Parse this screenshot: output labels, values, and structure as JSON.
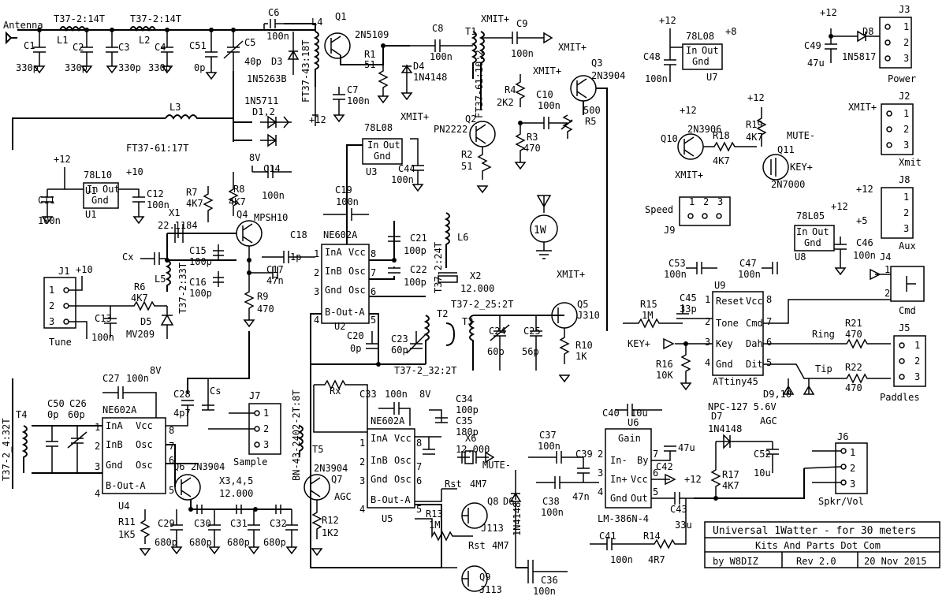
{
  "title_block": {
    "title": "Universal 1Watter - for 30 meters",
    "company": "Kits And Parts Dot Com",
    "author": "by W8DIZ",
    "revision": "Rev 2.0",
    "date": "20 Nov 2015"
  },
  "rf_front_end": {
    "antenna": "Antenna",
    "l1_spec": "T37-2:14T",
    "l2_spec": "T37-2:14T",
    "l1": "L1",
    "l2": "L2",
    "c1": "C1",
    "c1_val": "330p",
    "c2": "C2",
    "c2_val": "330p",
    "c3": "C3",
    "c3_val": "330p",
    "c4": "C4",
    "c4_val": "330p",
    "c51": "C51",
    "c51_val": "0p",
    "c5": "C5",
    "c5_val": "40p",
    "c6": "C6",
    "c6_val": "100n",
    "l4": "L4",
    "l4_spec": "FT37-43:18T",
    "d3": "D3",
    "d3_part": "1N5263B",
    "d12": "D1,2",
    "d12_part": "1N5711",
    "l3": "L3",
    "l3_spec": "FT37-61:17T",
    "c7": "C7",
    "c7_val": "100n",
    "plus12": "+12"
  },
  "pa_section": {
    "q1": "Q1",
    "q1_part": "2N5109",
    "r1": "R1",
    "r1_val": "51",
    "d4": "D4",
    "d4_part": "1N4148",
    "c8": "C8",
    "c8_val": "100n",
    "t1": "T1",
    "t1_spec": "FT37-61:10:2",
    "xmit": "XMIT+",
    "c9": "C9",
    "c9_val": "100n",
    "q2": "Q2",
    "q2_part": "PN2222",
    "r4": "R4",
    "r4_val": "2K2",
    "r3": "R3",
    "r3_val": "470",
    "r2": "R2",
    "r2_val": "51",
    "c10": "C10",
    "c10_val": "100n",
    "q3": "Q3",
    "q3_part": "2N3904",
    "r5": "R5",
    "r5_val": "500",
    "u3_reg": "78L08",
    "u3_label": "U3",
    "reg_in": "In",
    "reg_out": "Out",
    "reg_gnd": "Gnd",
    "c44": "C44",
    "c44_val": "100n",
    "c19": "C19",
    "c19_val": "100n",
    "logo": "1W"
  },
  "vfo_section": {
    "plus12": "+12",
    "plus10": "+10",
    "u1_reg": "78L10",
    "u1_label": "U1",
    "c11": "C11",
    "c11_val": "100n",
    "c12": "C12",
    "c12_val": "100n",
    "eight_v": "8V",
    "c14": "C14",
    "c14_val": "100n",
    "r7": "R7",
    "r7_val": "4K7",
    "r8": "R8",
    "r8_val": "4K7",
    "q4": "Q4",
    "q4_part": "MPSH10",
    "x1": "X1",
    "x1_val": "22.1184",
    "c18": "C18",
    "c18_val": "1p",
    "cx": "Cx",
    "l5": "L5",
    "l5_spec": "T37-2:33T",
    "c15": "C15",
    "c15_val": "100p",
    "c16": "C16",
    "c16_val": "100p",
    "c17": "C17",
    "c17_val": "47n",
    "r9": "R9",
    "r9_val": "470",
    "j1": "J1",
    "j1_name": "Tune",
    "pin1": "1",
    "pin2": "2",
    "pin3": "3",
    "r6": "R6",
    "r6_val": "4K7",
    "d5": "D5",
    "d5_part": "MV209",
    "c13": "C13",
    "c13_val": "100n"
  },
  "mixer_u2": {
    "part": "NE602A",
    "label": "U2",
    "ina": "InA",
    "inb": "InB",
    "gnd": "Gnd",
    "bout": "B-Out-A",
    "vcc": "Vcc",
    "osc": "Osc",
    "p1": "1",
    "p2": "2",
    "p3": "3",
    "p4": "4",
    "p5": "5",
    "p6": "6",
    "p7": "7",
    "p8": "8",
    "c21": "C21",
    "c21_val": "100p",
    "c22": "C22",
    "c22_val": "100p",
    "l6": "L6",
    "l6_spec": "T37-2:24T",
    "x2": "X2",
    "x2_val": "12.000",
    "c20": "C20",
    "c20_val": "0p",
    "c23": "C23",
    "c23_val": "60p",
    "t2": "T2",
    "t2_spec": "T37-2_32:2T",
    "t3": "T3",
    "t3_spec": "T37-2_25:2T",
    "c24": "C24",
    "c24_val": "60p",
    "c25": "C25",
    "c25_val": "56p",
    "q5": "Q5",
    "q5_part": "J310",
    "r10": "R10",
    "r10_val": "1K",
    "xmit": "XMIT+"
  },
  "rx_mixer_u4": {
    "t4": "T4",
    "t4_spec": "T37-2_4:32T",
    "c50": "C50",
    "c50_val": "0p",
    "c26": "C26",
    "c26_val": "60p",
    "c27": "C27",
    "c27_val": "100n",
    "eight_v": "8V",
    "part": "NE602A",
    "label": "U4",
    "c28": "C28",
    "c28_val": "4p7",
    "cs": "Cs",
    "j7": "J7",
    "j7_name": "Sample",
    "q6": "Q6",
    "q6_part": "2N3904",
    "x345": "X3,4,5",
    "x345_val": "12.000",
    "r11": "R11",
    "r11_val": "1K5",
    "c29": "C29",
    "c29_val": "680p",
    "c30": "C30",
    "c30_val": "680p",
    "c31": "C31",
    "c31_val": "680p",
    "c32": "C32",
    "c32_val": "680p",
    "t5": "T5",
    "t5_spec": "BN-43-2402-2T:8T",
    "q7": "Q7",
    "q7_part": "2N3904",
    "agc": "AGC",
    "r12": "R12",
    "r12_val": "1K2"
  },
  "product_det_u5": {
    "rx": "Rx",
    "c33": "C33",
    "c33_val": "100n",
    "eight_v": "8V",
    "part": "NE602A",
    "label": "U5",
    "c34": "C34",
    "c34_val": "100p",
    "c35": "C35",
    "c35_val": "180p",
    "x6": "X6",
    "x6_val": "12.000",
    "c37": "C37",
    "c37_val": "100n",
    "mute": "MUTE-",
    "rst": "Rst",
    "rst_val": "4M7",
    "q8": "Q8",
    "q8_part": "J113",
    "d6": "D6",
    "d6_part": "1N4148",
    "r13": "R13",
    "r13_val": "1M",
    "c38": "C38",
    "c38_val": "100n",
    "c39": "C39",
    "c39_val": "47n",
    "q9": "Q9",
    "q9_part": "J113",
    "c36": "C36",
    "c36_val": "100n"
  },
  "audio_u6": {
    "c40": "C40",
    "c40_val": "10u",
    "part": "LM-386N-4",
    "label": "U6",
    "gain": "Gain",
    "in_minus": "In-",
    "in_plus": "In+",
    "gnd": "Gnd",
    "by": "By",
    "vcc": "Vcc",
    "out": "Out",
    "c42": "C42",
    "c42_val": "47u",
    "plus12": "+12",
    "c43": "C43",
    "c43_val": "33u",
    "c41": "C41",
    "c41_val": "100n",
    "r14": "R14",
    "r14_val": "4R7",
    "d7": "D7",
    "d7_part": "1N4148",
    "agc": "AGC",
    "c52": "C52",
    "c52_val": "10u",
    "r17": "R17",
    "r17_val": "4K7",
    "j6": "J6",
    "j6_name": "Spkr/Vol"
  },
  "control_u9": {
    "speed": "Speed",
    "j9": "J9",
    "u8_reg": "78L05",
    "u8_label": "U8",
    "c46": "C46",
    "c46_val": "100n",
    "c53": "C53",
    "c53_val": "100n",
    "c47": "C47",
    "c47_val": "100n",
    "c45": "C45",
    "c45_val": "33p",
    "r15": "R15",
    "r15_val": "1M",
    "keyp": "KEY+",
    "r16": "R16",
    "r16_val": "10K",
    "part": "ATtiny45",
    "label": "U9",
    "reset": "Reset",
    "vcc": "Vcc",
    "tone": "Tone",
    "cmd": "Cmd",
    "key": "Key",
    "dah": "Dah",
    "gnd": "Gnd",
    "dit": "Dit",
    "j4": "J4",
    "j4_name": "Cmd",
    "ring": "Ring",
    "tip": "Tip",
    "r21": "R21",
    "r21_val": "470",
    "r22": "R22",
    "r22_val": "470",
    "j5": "J5",
    "j5_name": "Paddles",
    "d910": "D9,10",
    "d910_part": "NPC-127 5.6V"
  },
  "power_section": {
    "plus12": "+12",
    "u7_reg": "78L08",
    "u7_label": "U7",
    "plus8": "+8",
    "c48": "C48",
    "c48_val": "100n",
    "c49": "C49",
    "c49_val": "47u",
    "d8": "D8",
    "d8_part": "1N5817",
    "j3": "J3",
    "j3_name": "Power",
    "q10": "Q10",
    "q10_part": "2N3906",
    "r18": "R18",
    "r18_val": "4K7",
    "r19": "R19",
    "r19_val": "4K7",
    "mute": "MUTE-",
    "q11": "Q11",
    "q11_part": "2N7000",
    "keyp": "KEY+",
    "xmit": "XMIT+",
    "j2": "J2",
    "j2_name": "Xmit",
    "j8": "J8",
    "j8_name": "Aux",
    "plus5": "+5"
  }
}
